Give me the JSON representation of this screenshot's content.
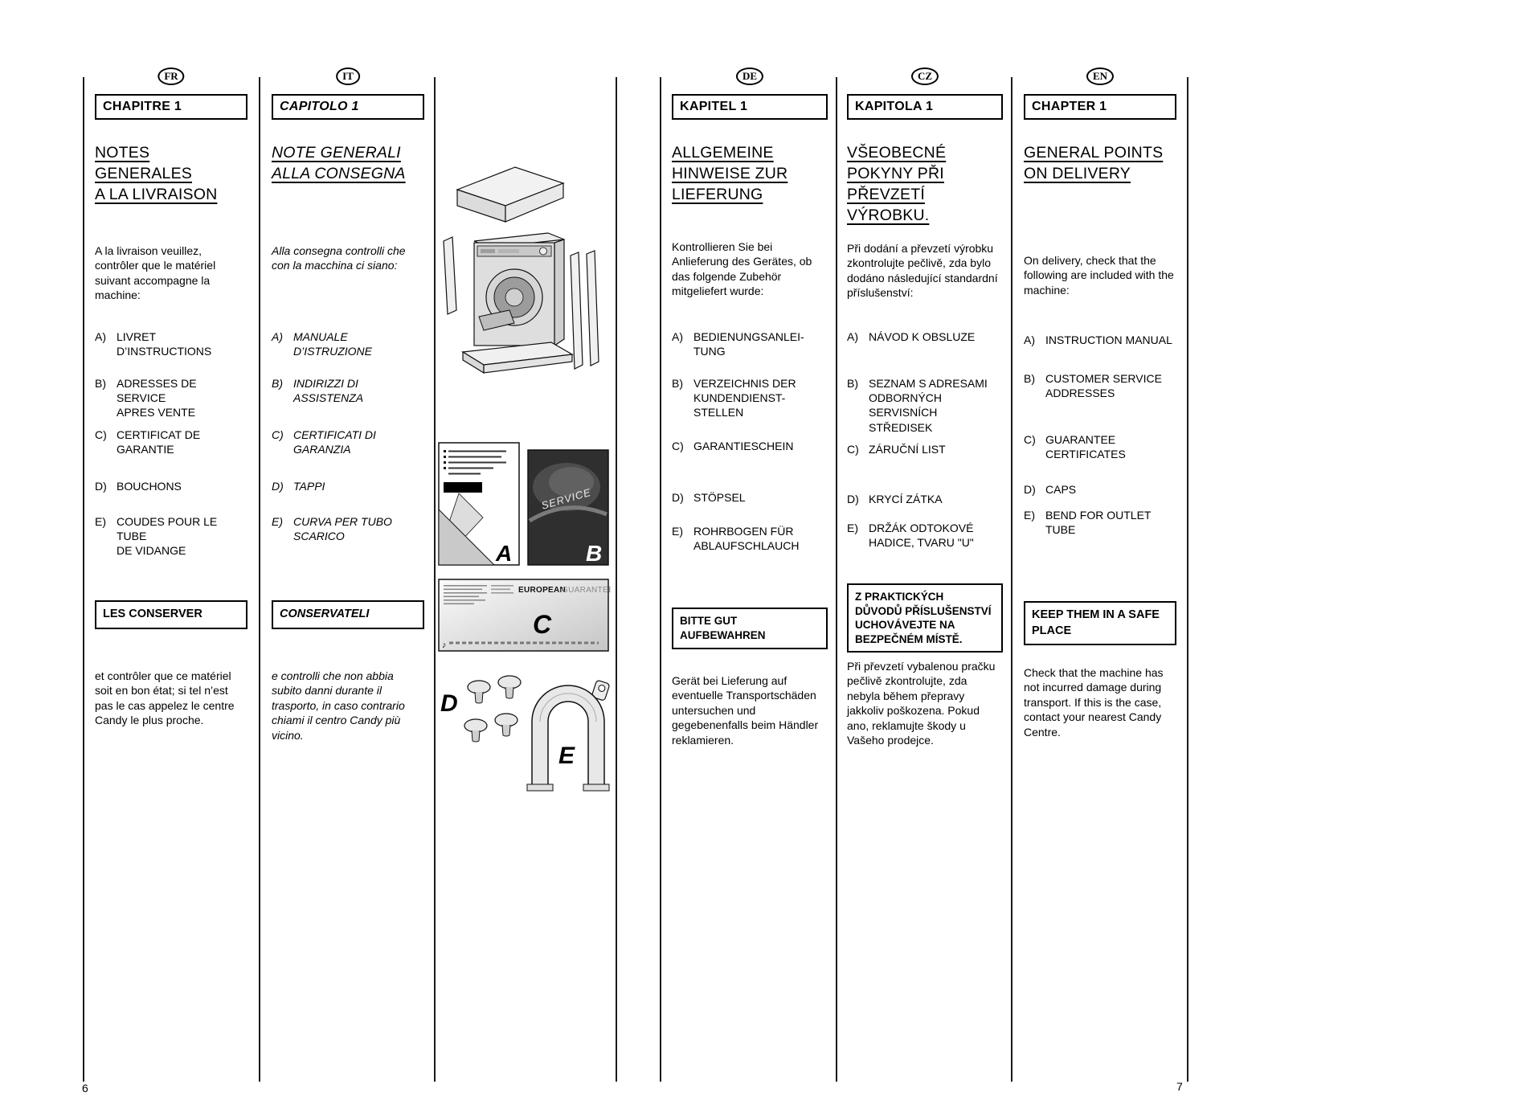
{
  "page": {
    "left_page_number": "6",
    "right_page_number": "7"
  },
  "columns": {
    "fr": {
      "badge": "FR",
      "chapter": "CHAPITRE 1",
      "title": "NOTES GENERALES\nA LA LIVRAISON",
      "intro": "A la livraison veuillez, contrôler que le matériel suivant accompagne la machine:",
      "items": [
        {
          "label": "A)",
          "text": "LIVRET\nD’INSTRUCTIONS"
        },
        {
          "label": "B)",
          "text": "ADRESSES DE SERVICE\nAPRES VENTE"
        },
        {
          "label": "C)",
          "text": "CERTIFICAT DE\nGARANTIE"
        },
        {
          "label": "D)",
          "text": "BOUCHONS"
        },
        {
          "label": "E)",
          "text": "COUDES POUR LE TUBE\nDE VIDANGE"
        }
      ],
      "keep": "LES CONSERVER",
      "final": "et contrôler que ce matériel soit en bon état; si tel n’est pas le cas appelez le centre Candy le plus proche."
    },
    "it": {
      "badge": "IT",
      "chapter": "CAPITOLO 1",
      "title": "NOTE GENERALI\nALLA CONSEGNA",
      "intro": "Alla consegna controlli che con la macchina ci siano:",
      "items": [
        {
          "label": "A)",
          "text": "MANUALE\nD’ISTRUZIONE"
        },
        {
          "label": "B)",
          "text": "INDIRIZZI DI ASSISTENZA"
        },
        {
          "label": "C)",
          "text": "CERTIFICATI DI\nGARANZIA"
        },
        {
          "label": "D)",
          "text": "TAPPI"
        },
        {
          "label": "E)",
          "text": "CURVA PER TUBO\nSCARICO"
        }
      ],
      "keep": "CONSERVATELI",
      "final": "e controlli che non abbia subito danni durante il trasporto, in caso contrario chiami il centro Candy più vicino."
    },
    "de": {
      "badge": "DE",
      "chapter": "KAPITEL 1",
      "title": "ALLGEMEINE\nHINWEISE ZUR\nLIEFERUNG",
      "intro": "Kontrollieren Sie bei Anlieferung des Gerätes, ob das folgende Zubehör mitgeliefert wurde:",
      "items": [
        {
          "label": "A)",
          "text": "BEDIENUNGSANLEI-\nTUNG"
        },
        {
          "label": "B)",
          "text": "VERZEICHNIS DER\nKUNDENDIENST-\nSTELLEN"
        },
        {
          "label": "C)",
          "text": "GARANTIESCHEIN"
        },
        {
          "label": "D)",
          "text": "STÖPSEL"
        },
        {
          "label": "E)",
          "text": "ROHRBOGEN FÜR\nABLAUFSCHLAUCH"
        }
      ],
      "keep": "BITTE GUT AUFBEWAHREN",
      "final": "Gerät bei Lieferung auf eventuelle Transportschäden untersuchen und gegebenenfalls beim Händler reklamieren."
    },
    "cz": {
      "badge": "CZ",
      "chapter": "KAPITOLA 1",
      "title": "VŠEOBECNÉ\nPOKYNY PŘI\nPŘEVZETÍ\nVÝROBKU.",
      "intro": "Při dodání a převzetí výrobku zkontrolujte pečlivě, zda bylo dodáno následující standardní příslušenství:",
      "items": [
        {
          "label": "A)",
          "text": "NÁVOD K OBSLUZE"
        },
        {
          "label": "B)",
          "text": "SEZNAM S ADRESAMI\nODBORNÝCH\nSERVISNÍCH\nSTŘEDISEK"
        },
        {
          "label": "C)",
          "text": "ZÁRUČNÍ LIST"
        },
        {
          "label": "D)",
          "text": "KRYCÍ ZÁTKA"
        },
        {
          "label": "E)",
          "text": "DRŽÁK ODTOKOVÉ\nHADICE, TVARU \"U\""
        }
      ],
      "keep": "Z PRAKTICKÝCH\nDŮVODŮ PŘÍSLUŠENSTVÍ\nUCHOVÁVEJTE NA\nBEZPEČNÉM MÍSTĚ.",
      "final": "Při převzetí vybalenou pračku pečlivě zkontrolujte, zda nebyla během přepravy jakkoliv poškozena. Pokud ano, reklamujte škody u Vašeho prodejce."
    },
    "en": {
      "badge": "EN",
      "chapter": "CHAPTER 1",
      "title": "GENERAL POINTS\nON DELIVERY",
      "intro": "On delivery, check that the following are included with the machine:",
      "items": [
        {
          "label": "A)",
          "text": "INSTRUCTION MANUAL"
        },
        {
          "label": "B)",
          "text": "CUSTOMER SERVICE\nADDRESSES"
        },
        {
          "label": "C)",
          "text": "GUARANTEE\nCERTIFICATES"
        },
        {
          "label": "D)",
          "text": "CAPS"
        },
        {
          "label": "E)",
          "text": "BEND FOR OUTLET TUBE"
        }
      ],
      "keep": "KEEP THEM IN A SAFE\nPLACE",
      "final": "Check that the machine has not incurred damage during transport. If this is the case, contact your nearest Candy Centre."
    }
  },
  "illustrations": {
    "doc_a_label": "A",
    "doc_b_label": "B",
    "service_text": "SERVICE",
    "guarantee_label": "C",
    "guarantee_brand_bold": "EUROPEAN",
    "guarantee_brand_light": "GUARANTEE",
    "caps_label": "D",
    "bend_label": "E",
    "music_note": "♪"
  }
}
